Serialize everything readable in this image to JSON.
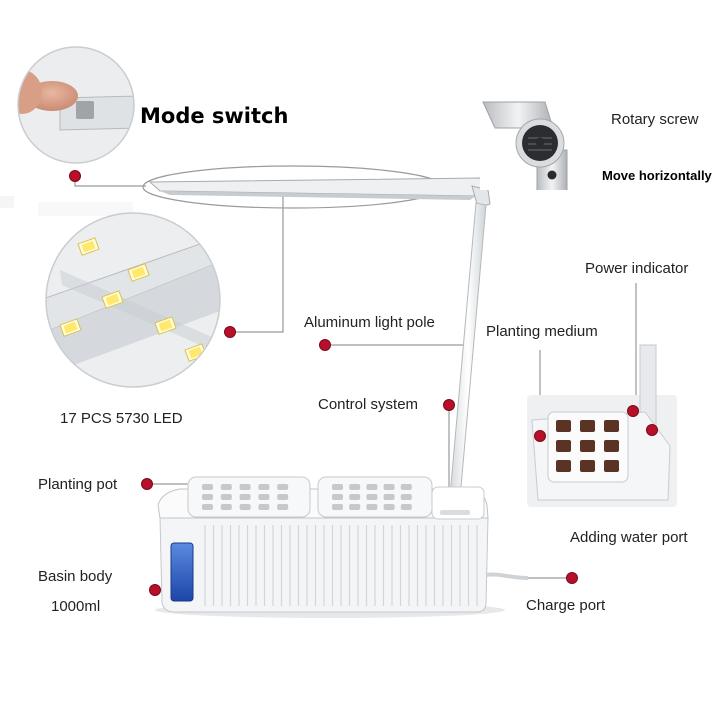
{
  "labels": {
    "mode_switch": "Mode switch",
    "rotary_screw": "Rotary screw",
    "move_horizontally": "Move horizontally",
    "power_indicator": "Power indicator",
    "aluminum_light_pole": "Aluminum light pole",
    "planting_medium": "Planting medium",
    "led_spec": "17 PCS 5730 LED",
    "control_system": "Control system",
    "planting_pot": "Planting pot",
    "adding_water_port": "Adding water port",
    "basin_body": "Basin body",
    "basin_capacity": "1000ml",
    "charge_port": "Charge port"
  },
  "colors": {
    "marker": "#b80f2a",
    "leader_line": "#9a9a9a",
    "device_body": "#f4f5f7",
    "water_window": "#2f63c8",
    "soil_pod": "#5a3325"
  },
  "icons": [
    "finger-press-icon",
    "led-chip-icon",
    "rotary-knob-icon"
  ]
}
